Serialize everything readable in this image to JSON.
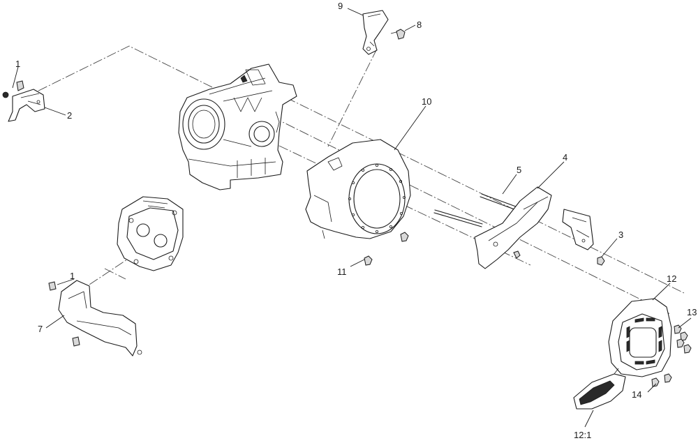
{
  "callouts": {
    "c1a": "1",
    "c2": "2",
    "c9": "9",
    "c8": "8",
    "c10": "10",
    "c5": "5",
    "c4": "4",
    "c3": "3",
    "c11": "11",
    "c1b": "1",
    "c7": "7",
    "c12": "12",
    "c13": "13",
    "c14": "14",
    "c12_1": "12:1"
  }
}
